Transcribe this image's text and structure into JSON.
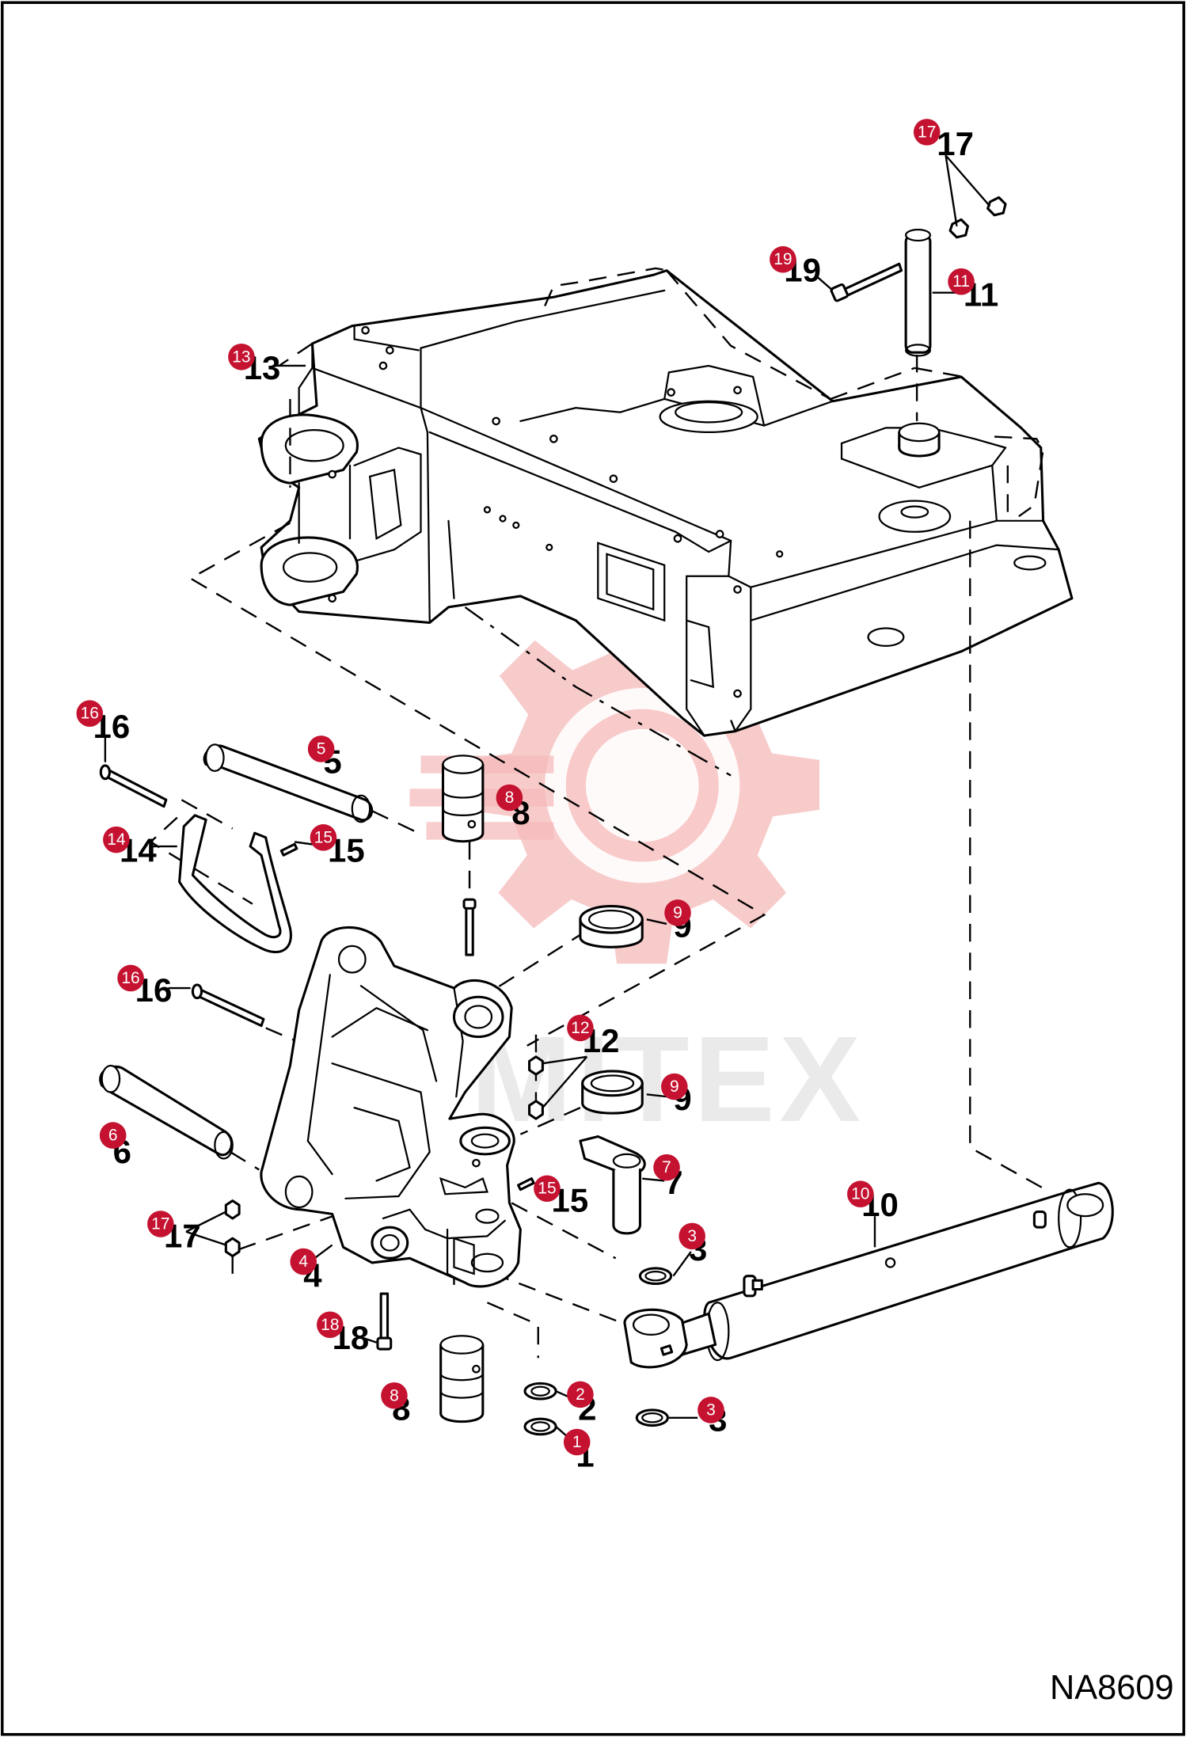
{
  "drawing_reference": "NA8609",
  "watermark_text": "MITEX",
  "colors": {
    "badge_fill": "#c41230",
    "badge_text": "#ffffff",
    "watermark": "#f6b9b9",
    "line": "#000000"
  },
  "callouts": [
    {
      "id": "c17a",
      "number": "17"
    },
    {
      "id": "c19",
      "number": "19"
    },
    {
      "id": "c11",
      "number": "11"
    },
    {
      "id": "c13",
      "number": "13"
    },
    {
      "id": "c16a",
      "number": "16"
    },
    {
      "id": "c5",
      "number": "5"
    },
    {
      "id": "c8a",
      "number": "8"
    },
    {
      "id": "c14",
      "number": "14"
    },
    {
      "id": "c15a",
      "number": "15"
    },
    {
      "id": "c9a",
      "number": "9"
    },
    {
      "id": "c16b",
      "number": "16"
    },
    {
      "id": "c12",
      "number": "12"
    },
    {
      "id": "c9b",
      "number": "9"
    },
    {
      "id": "c6",
      "number": "6"
    },
    {
      "id": "c7",
      "number": "7"
    },
    {
      "id": "c15b",
      "number": "15"
    },
    {
      "id": "c10",
      "number": "10"
    },
    {
      "id": "c17b",
      "number": "17"
    },
    {
      "id": "c4",
      "number": "4"
    },
    {
      "id": "c3a",
      "number": "3"
    },
    {
      "id": "c18",
      "number": "18"
    },
    {
      "id": "c8b",
      "number": "8"
    },
    {
      "id": "c2",
      "number": "2"
    },
    {
      "id": "c1",
      "number": "1"
    },
    {
      "id": "c3b",
      "number": "3"
    }
  ]
}
